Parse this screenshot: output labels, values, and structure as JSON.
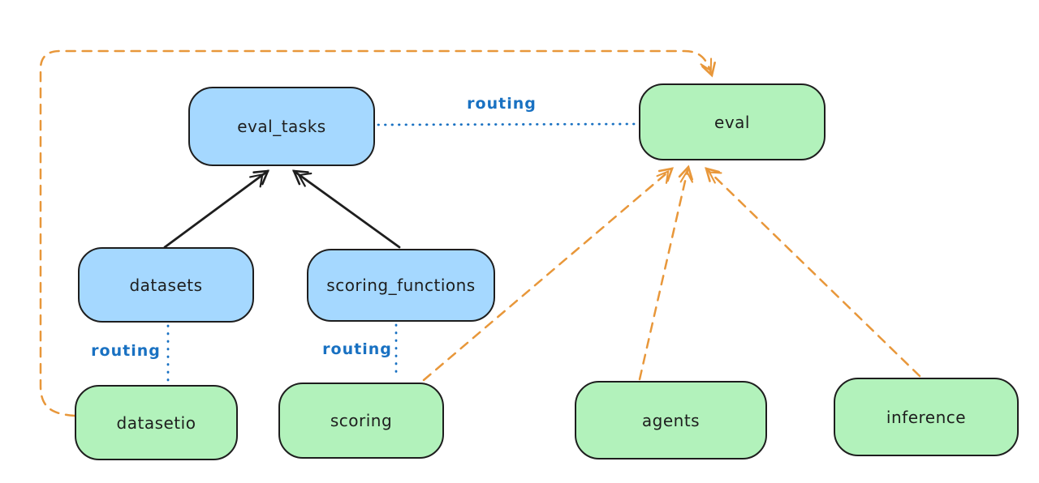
{
  "diagram": {
    "title": "",
    "background": "#ffffff"
  },
  "palette": {
    "resource_node_fill": "#a5d8ff",
    "api_node_fill": "#b2f2bb",
    "node_stroke": "#1e1e1e",
    "routing_edge_color": "#1971c2",
    "provider_edge_color": "#e8973a",
    "dependency_edge_color": "#1e1e1e"
  },
  "nodes": [
    {
      "id": "eval_tasks",
      "label": "eval_tasks",
      "kind": "resource"
    },
    {
      "id": "eval",
      "label": "eval",
      "kind": "api"
    },
    {
      "id": "datasets",
      "label": "datasets",
      "kind": "resource"
    },
    {
      "id": "scoring_functions",
      "label": "scoring_functions",
      "kind": "resource"
    },
    {
      "id": "datasetio",
      "label": "datasetio",
      "kind": "api"
    },
    {
      "id": "scoring",
      "label": "scoring",
      "kind": "api"
    },
    {
      "id": "agents",
      "label": "agents",
      "kind": "api"
    },
    {
      "id": "inference",
      "label": "inference",
      "kind": "api"
    }
  ],
  "connections": [
    {
      "from": "datasets",
      "to": "eval_tasks",
      "style": "solid-arrow",
      "color": "black"
    },
    {
      "from": "scoring_functions",
      "to": "eval_tasks",
      "style": "solid-arrow",
      "color": "black"
    },
    {
      "from": "eval_tasks",
      "to": "eval",
      "style": "dotted",
      "color": "blue",
      "label": "routing"
    },
    {
      "from": "datasets",
      "to": "datasetio",
      "style": "dotted",
      "color": "blue",
      "label": "routing"
    },
    {
      "from": "scoring_functions",
      "to": "scoring",
      "style": "dotted",
      "color": "blue",
      "label": "routing"
    },
    {
      "from": "datasetio",
      "to": "eval",
      "style": "dashed-arrow",
      "color": "orange"
    },
    {
      "from": "scoring",
      "to": "eval",
      "style": "dashed-arrow",
      "color": "orange"
    },
    {
      "from": "agents",
      "to": "eval",
      "style": "dashed-arrow",
      "color": "orange"
    },
    {
      "from": "inference",
      "to": "eval",
      "style": "dashed-arrow",
      "color": "orange"
    }
  ]
}
